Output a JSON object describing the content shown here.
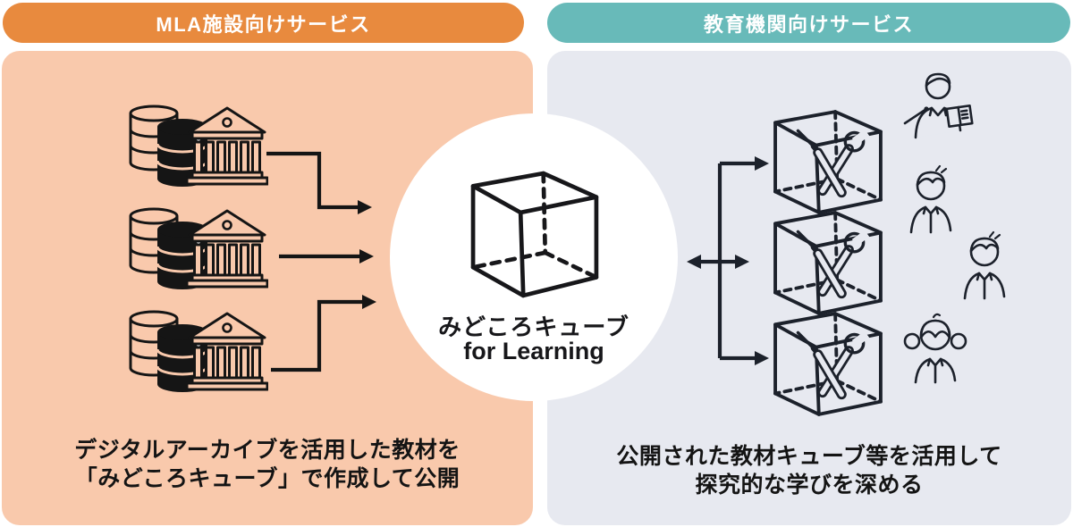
{
  "left_section": {
    "header_label": "MLA施設向けサービス",
    "header_bg": "#e88a3e",
    "panel_bg": "#f9c9ac",
    "caption": {
      "line1": "デジタルアーカイブを活用した教材を",
      "line2": "「みどころキューブ」で作成して公開"
    },
    "source_row_count": 3,
    "source_icon": "database-building-icon",
    "arrow_style": "black elbow arrows pointing to center"
  },
  "right_section": {
    "header_label": "教育機関向けサービス",
    "header_bg": "#68bab9",
    "panel_bg": "#e7e9f0",
    "caption": {
      "line1": "公開された教材キューブ等を活用して",
      "line2": "探究的な学びを深める"
    },
    "cube_count": 3,
    "cube_icon": "education-cube-with-tools-icon",
    "people": [
      {
        "icon": "teacher-icon"
      },
      {
        "icon": "student-boy-icon"
      },
      {
        "icon": "student-boy-icon"
      },
      {
        "icon": "student-girl-icon"
      }
    ]
  },
  "center_badge": {
    "title": "みどころキューブ",
    "subtitle": "for Learning",
    "icon": "wireframe-cube-icon",
    "bg": "#ffffff"
  },
  "ink": {
    "left_icons": "#151515",
    "right_icons": "#1c212b"
  }
}
